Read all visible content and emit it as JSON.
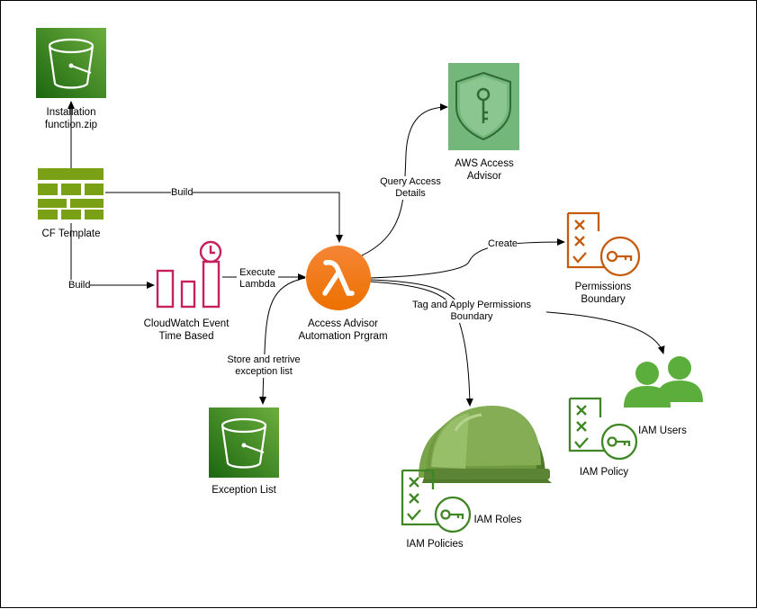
{
  "nodes": {
    "installation_zip": "Installation function.zip",
    "cf_template": "CF Template",
    "cloudwatch": "CloudWatch Event Time Based",
    "lambda": "Access Advisor Automation Prgram",
    "access_advisor": "AWS Access Advisor",
    "permissions_boundary": "Permissions Boundary",
    "exception_list": "Exception List",
    "iam_roles": "IAM Roles",
    "iam_policies": "IAM Policies",
    "iam_users": "IAM Users",
    "iam_policy": "IAM Policy"
  },
  "edges": {
    "build_top": "Build",
    "build_bottom": "Build",
    "execute_lambda": "Execute Lambda",
    "query": "Query Access Details",
    "create": "Create",
    "tag": "Tag and Apply Permissions Boundary",
    "store": "Store and retrive exception list"
  },
  "colors": {
    "s3_green": "#3f8624",
    "lambda_orange": "#ed7100",
    "cloudwatch_pink": "#c7215d",
    "iam_green": "#3f8624",
    "advisor_green": "#5e9e5a",
    "hat_green": "#6b8f3e"
  }
}
